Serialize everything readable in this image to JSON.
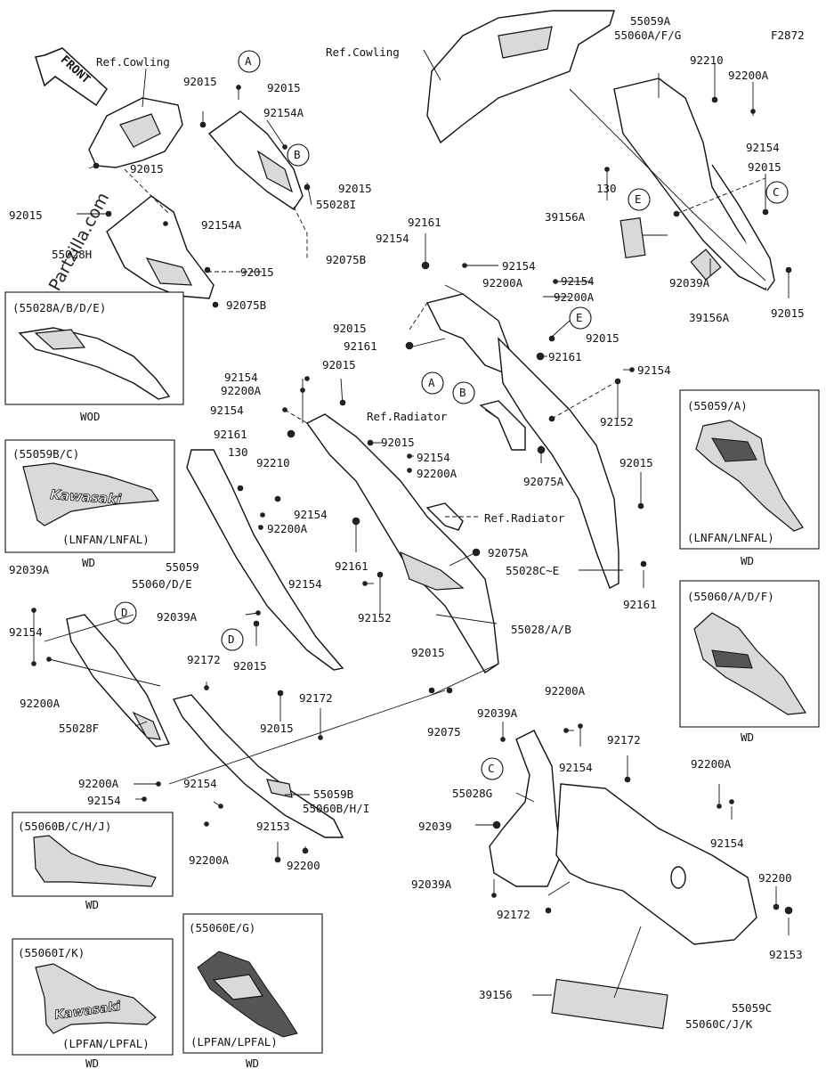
{
  "figure_code": "F2872",
  "front_arrow": "FRONT",
  "watermark": "© Partzilla.com",
  "callouts": {
    "a": "A",
    "b": "B",
    "c": "C",
    "d": "D",
    "e": "E"
  },
  "labels": {
    "ref_cowling_left": "Ref.Cowling",
    "ref_cowling_top": "Ref.Cowling",
    "ref_radiator_1": "Ref.Radiator",
    "ref_radiator_2": "Ref.Radiator",
    "p_55059a": "55059A",
    "p_55060afg": "55060A/F/G",
    "p_92210_r": "92210",
    "p_92200a_r1": "92200A",
    "p_92154_r1": "92154",
    "p_92015_r1": "92015",
    "p_130_r": "130",
    "p_39156a_1": "39156A",
    "p_92039a_r": "92039A",
    "p_39156a_2": "39156A",
    "p_92015_r2": "92015",
    "p_92015_t1": "92015",
    "p_92015_t2": "92015",
    "p_92154a_1": "92154A",
    "p_92015_t3": "92015",
    "p_92015_t4": "92015",
    "p_550281": "55028I",
    "p_92015_l": "92015",
    "p_92154a_2": "92154A",
    "p_55028h": "55028H",
    "p_92075b_1": "92075B",
    "p_92015_t5": "92015",
    "p_92075b_2": "92075B",
    "p_92161_c1": "92161",
    "p_92154_c1": "92154",
    "p_92154_c2": "92154",
    "p_92200a_c1": "92200A",
    "p_92154_c3": "92154",
    "p_92200a_c2": "92200A",
    "p_92015_c1": "92015",
    "p_92161_c2": "92161",
    "p_92015_c2": "92015",
    "p_92161_c3": "92161",
    "p_92154_c4": "92154",
    "p_92152_c1": "92152",
    "p_92015_m1": "92015",
    "p_92154_m1": "92154",
    "p_92200a_m1": "92200A",
    "p_92154_m2": "92154",
    "p_92161_m1": "92161",
    "p_92015_m2": "92015",
    "p_130_m": "130",
    "p_92210_m": "92210",
    "p_92154_m3": "92154",
    "p_92200a_m2": "92200A",
    "p_92154_m4": "92154",
    "p_92200a_m3": "92200A",
    "p_92154_m5": "92154",
    "p_92200a_m4": "92200A",
    "p_92075a_1": "92075A",
    "p_92015_m3": "92015",
    "p_92161_m2": "92161",
    "p_92075a_2": "92075A",
    "p_55028ce": "55028C~E",
    "p_92154_m6": "92154",
    "p_92152_m": "92152",
    "p_92161_m3": "92161",
    "p_55059": "55059",
    "p_55060de": "55060/D/E",
    "p_92039a_m": "92039A",
    "p_92015_m4": "92015",
    "p_92172_m1": "92172",
    "p_92172_m2": "92172",
    "p_92015_m5": "92015",
    "p_55028ab": "55028/A/B",
    "p_92015_m6": "92015",
    "p_92075": "92075",
    "p_92039a_l": "92039A",
    "p_92154_l1": "92154",
    "p_92200a_l1": "92200A",
    "p_55028f": "55028F",
    "p_92200a_l2": "92200A",
    "p_92154_l2": "92154",
    "p_92154_l3": "92154",
    "p_92200a_l3": "92200A",
    "p_92153_l": "92153",
    "p_92200_l": "92200",
    "p_55059b": "55059B",
    "p_55060bhi": "55060B/H/I",
    "p_92200a_b1": "92200A",
    "p_92039a_b1": "92039A",
    "p_92154_b1": "92154",
    "p_92172_b1": "92172",
    "p_55028g": "55028G",
    "p_92039_b": "92039",
    "p_92039a_b2": "92039A",
    "p_92172_b2": "92172",
    "p_92200a_b2": "92200A",
    "p_92154_b2": "92154",
    "p_92200_b": "92200",
    "p_92153_b": "92153",
    "p_39156": "39156",
    "p_55059c": "55059C",
    "p_55060cjk": "55060C/J/K"
  },
  "insets": {
    "i1": {
      "title": "(55028A/B/D/E)",
      "footer": "WOD"
    },
    "i2": {
      "title": "(55059B/C)",
      "brand": "Kawasaki",
      "sub": "(LNFAN/LNFAL)",
      "footer": "WD"
    },
    "i3": {
      "title": "(55059/A)",
      "sub": "(LNFAN/LNFAL)",
      "footer": "WD"
    },
    "i4": {
      "title": "(55060/A/D/F)",
      "footer": "WD"
    },
    "i5": {
      "title": "(55060B/C/H/J)",
      "footer": "WD"
    },
    "i6": {
      "title": "(55060I/K)",
      "brand": "Kawasaki",
      "sub": "(LPFAN/LPFAL)",
      "footer": "WD"
    },
    "i7": {
      "title": "(55060E/G)",
      "sub": "(LPFAN/LPFAL)",
      "footer": "WD"
    }
  }
}
